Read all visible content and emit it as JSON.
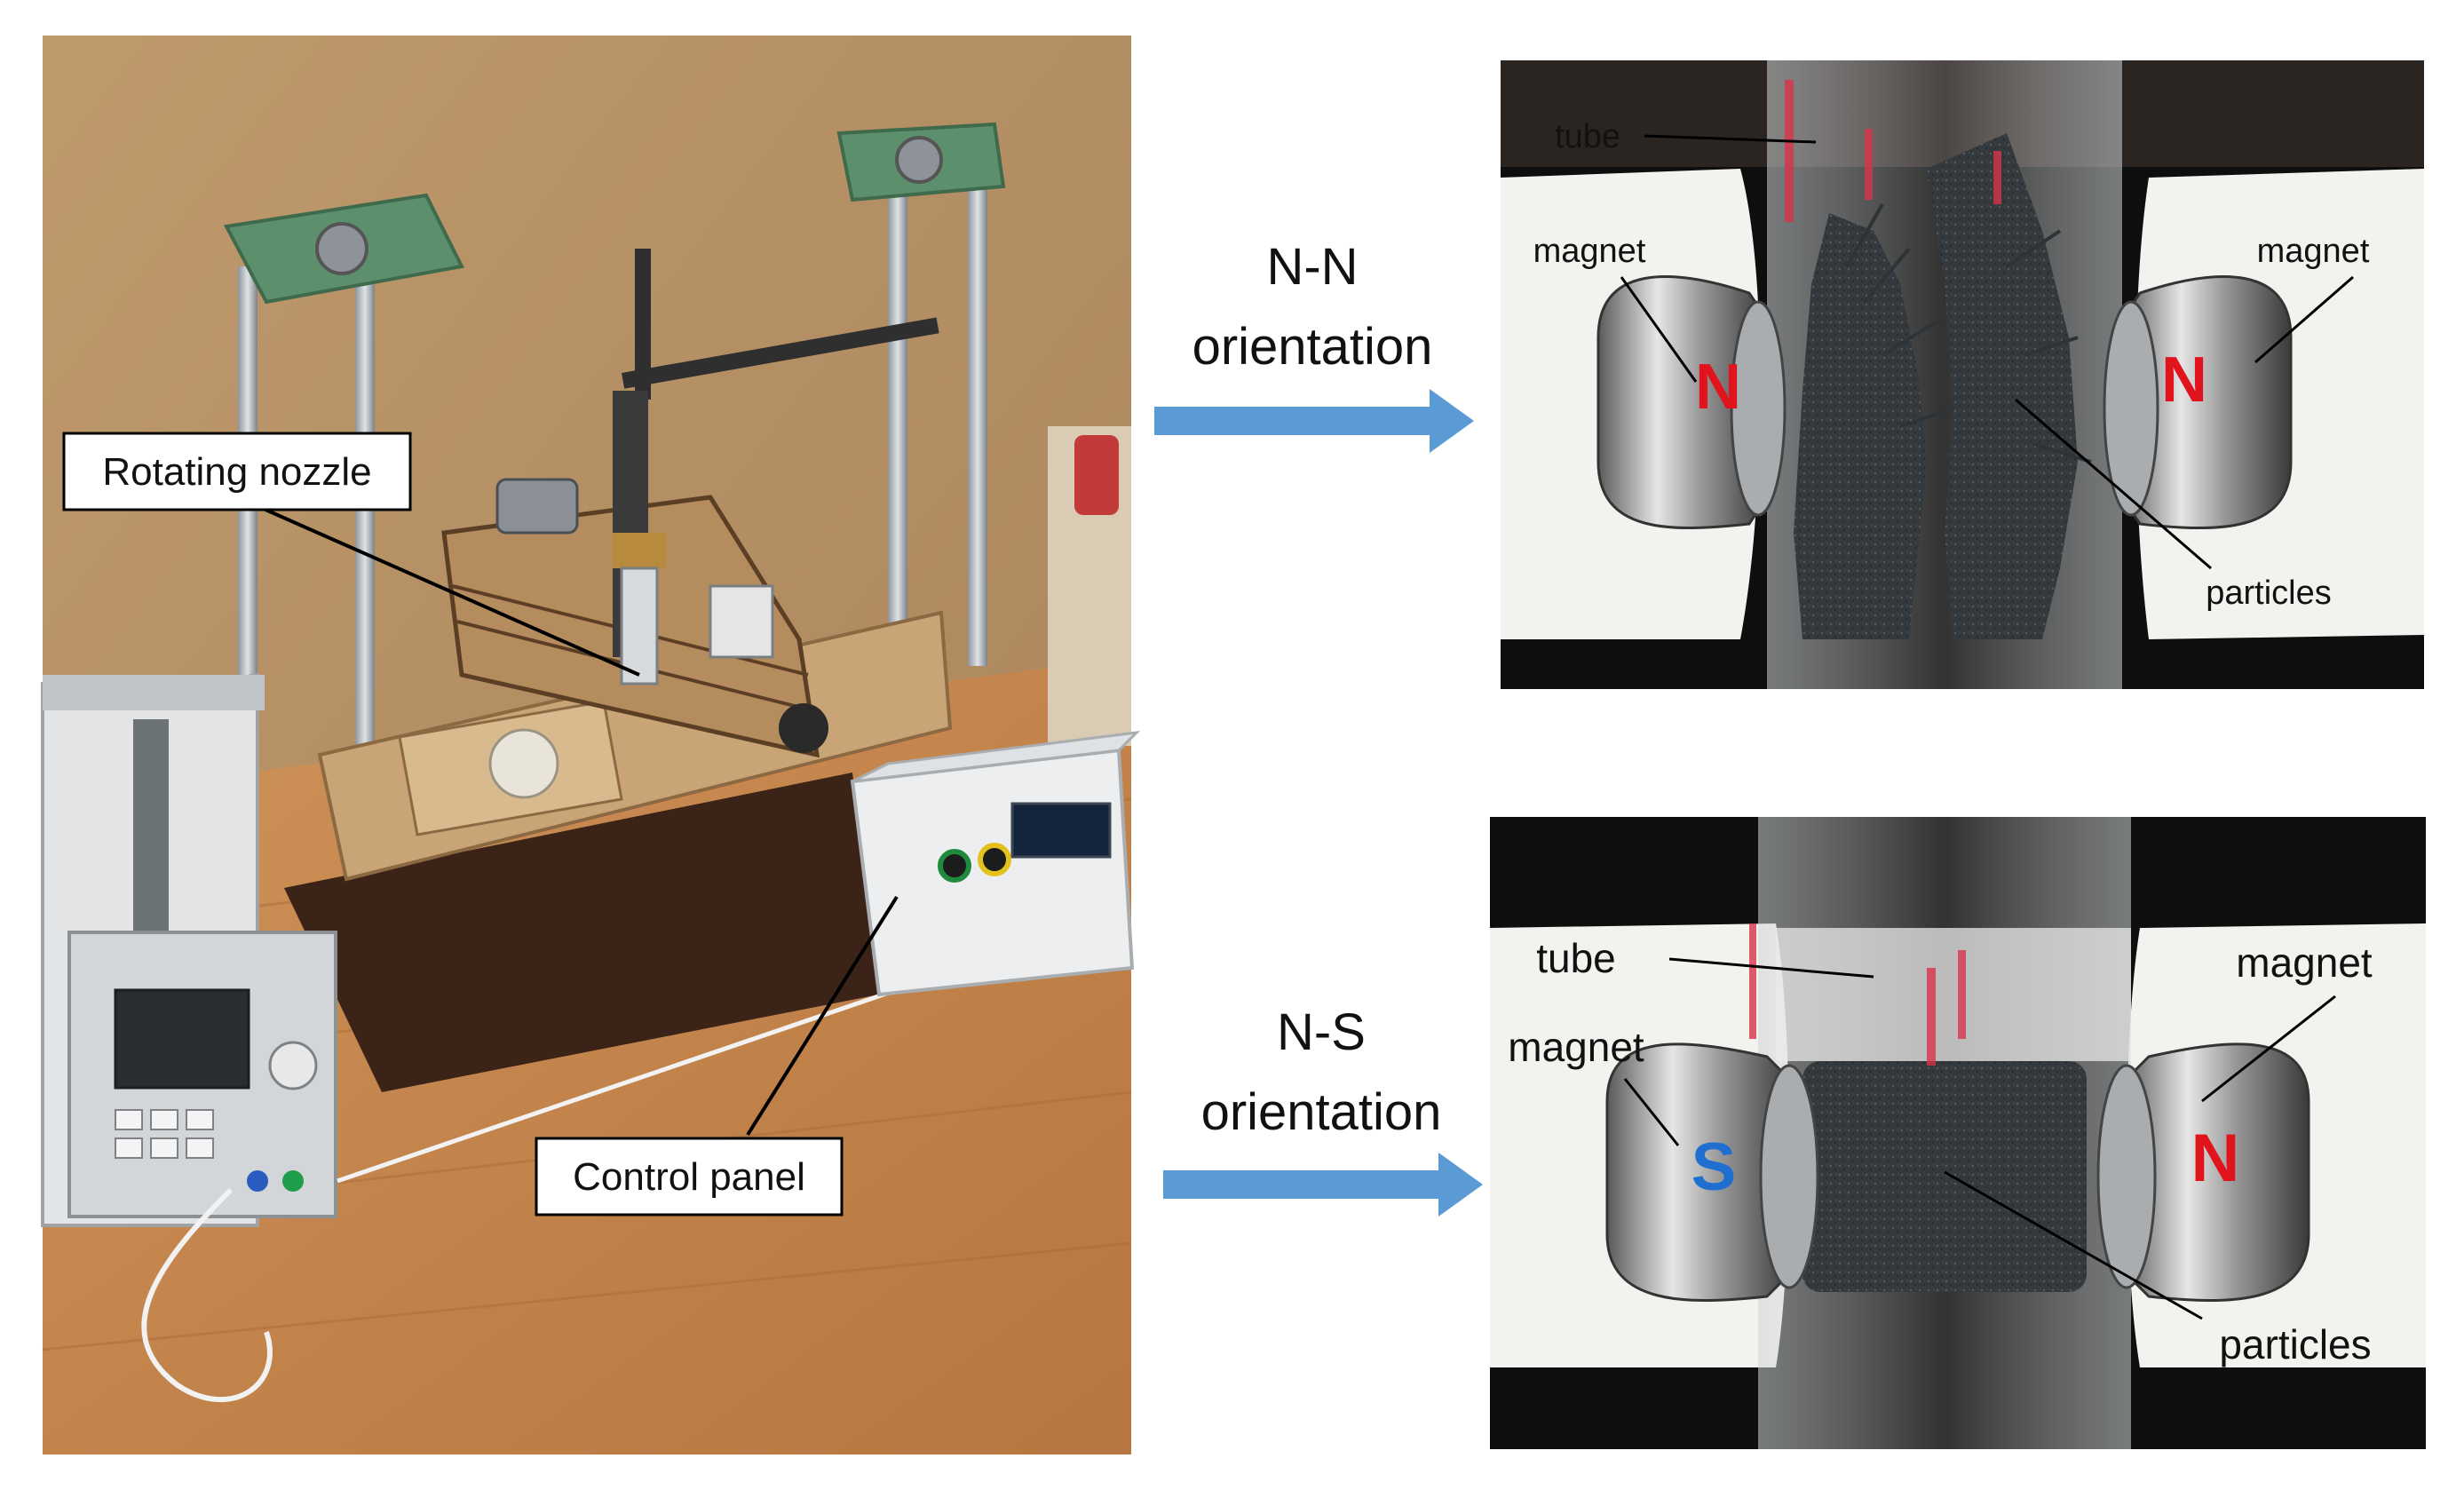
{
  "photo": {
    "callouts": {
      "rotating_nozzle": "Rotating nozzle",
      "control_panel": "Control panel"
    }
  },
  "arrows": {
    "nn": {
      "line1": "N-N",
      "line2": "orientation"
    },
    "ns": {
      "line1": "N-S",
      "line2": "orientation"
    }
  },
  "panel_nn": {
    "label_tube": "tube",
    "label_magnet_left": "magnet",
    "label_magnet_right": "magnet",
    "label_particles": "particles",
    "pole_left": "N",
    "pole_right": "N"
  },
  "panel_ns": {
    "label_tube": "tube",
    "label_magnet_left": "magnet",
    "label_magnet_right": "magnet",
    "label_particles": "particles",
    "pole_left": "S",
    "pole_right": "N"
  },
  "colors": {
    "arrow": "#5b9bd5",
    "pole_red": "#e1141e",
    "pole_blue": "#1f6fd1",
    "wall": "#b58f64",
    "desk": "#c98a51"
  }
}
